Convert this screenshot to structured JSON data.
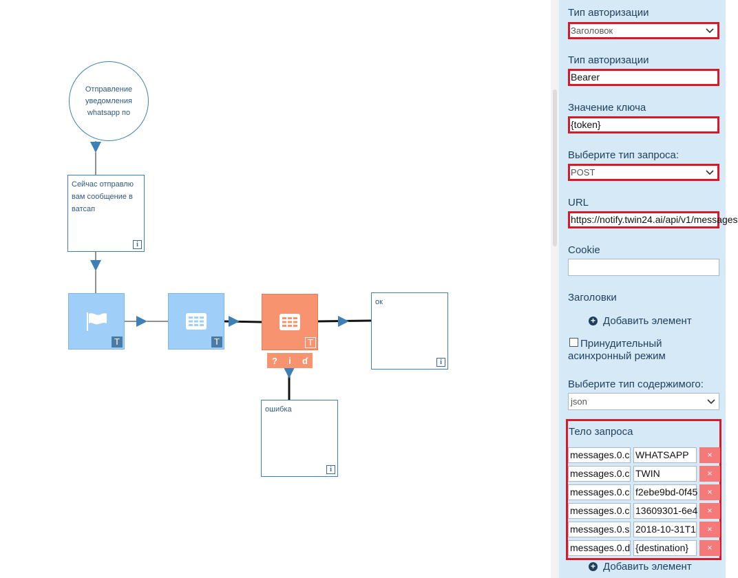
{
  "flow": {
    "start_node": "Отправление уведомления whatsapp по",
    "message_node": "Сейчас отправлю вам сообщение в ватсап",
    "ok_node": "ок",
    "error_node": "ошибка",
    "info_glyph": "i",
    "t_glyph": "T",
    "action_icons": [
      "?",
      "i",
      "ɗ"
    ]
  },
  "panel": {
    "auth_type_label": "Тип авторизации",
    "auth_type_value": "Заголовок",
    "auth_scheme_label": "Тип авторизации",
    "auth_scheme_value": "Bearer",
    "key_value_label": "Значение ключа",
    "key_value": "{token}",
    "request_type_label": "Выберите тип запроса:",
    "request_type_value": "POST",
    "url_label": "URL",
    "url_value": "https://notify.twin24.ai/api/v1/messages",
    "cookie_label": "Cookie",
    "cookie_value": "",
    "headers_label": "Заголовки",
    "add_element": "Добавить элемент",
    "async_line1": "Принудительный",
    "async_line2": "асинхронный режим",
    "content_type_label": "Выберите тип содержимого:",
    "content_type_value": "json",
    "body_label": "Тело запроса",
    "body_rows": [
      {
        "key": "messages.0.c",
        "value": "WHATSAPP"
      },
      {
        "key": "messages.0.c",
        "value": "TWIN"
      },
      {
        "key": "messages.0.c",
        "value": "f2ebe9bd-0f45"
      },
      {
        "key": "messages.0.c",
        "value": "13609301-6e4"
      },
      {
        "key": "messages.0.s",
        "value": "2018-10-31T1"
      },
      {
        "key": "messages.0.d",
        "value": "{destination}"
      }
    ],
    "delete_glyph": "×",
    "add_element_bottom": "Добавить элемент"
  },
  "colors": {
    "panel_bg": "#d6e9f6",
    "node_blue": "#9fcff9",
    "node_orange": "#f7936f",
    "link": "#3d7fb6",
    "highlight_red": "#d7192a",
    "delete_red": "#f47a7a"
  }
}
